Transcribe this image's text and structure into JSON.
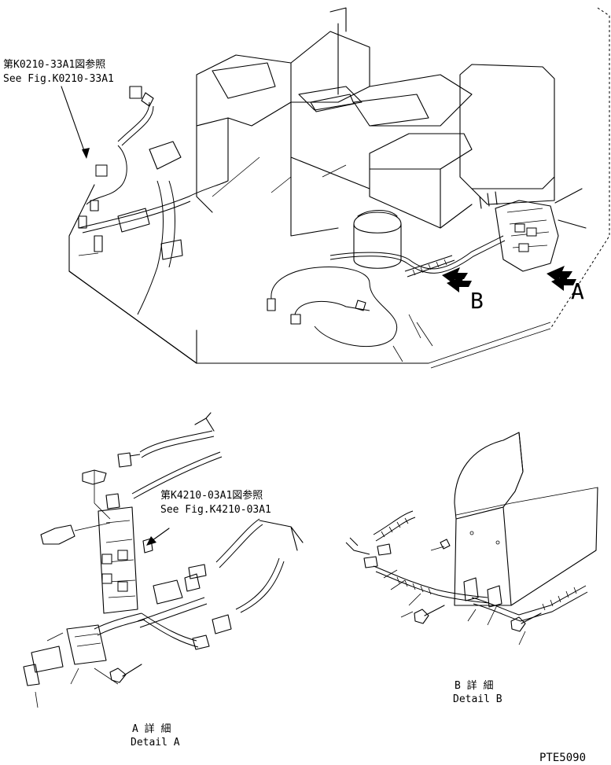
{
  "refs": {
    "top_ref_jp": "第K0210-33A1図参照",
    "top_ref_en": "See Fig.K0210-33A1",
    "mid_ref_jp": "第K4210-03A1図参照",
    "mid_ref_en": "See Fig.K4210-03A1"
  },
  "views": {
    "label_a": "A",
    "label_b": "B",
    "detail_a_jp": "A 詳 細",
    "detail_a_en": "Detail A",
    "detail_b_jp": "B 詳 細",
    "detail_b_en": "Detail B"
  },
  "drawing_code": "PTE5090"
}
